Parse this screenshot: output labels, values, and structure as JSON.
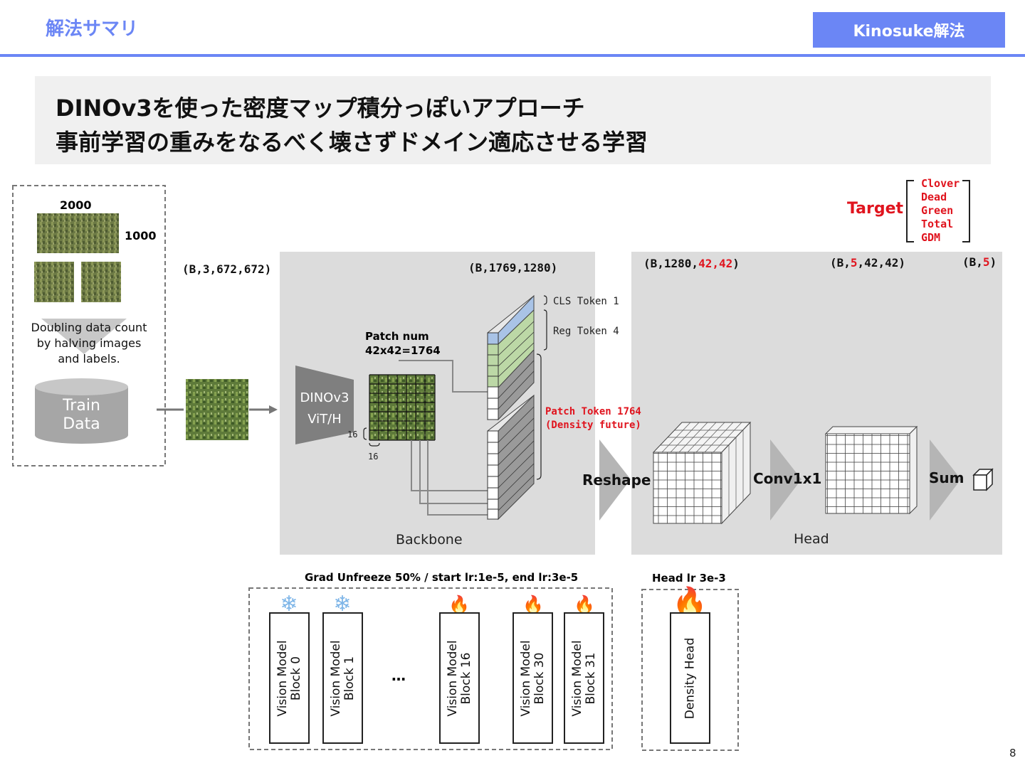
{
  "header": {
    "title": "解法サマリ",
    "badge": "Kinosuke解法"
  },
  "summary": {
    "line1": "DINOv3を使った密度マップ積分っぽいアプローチ",
    "line2": "事前学習の重みをなるべく壊さずドメイン適応させる学習"
  },
  "target": {
    "label": "Target",
    "items": [
      "Clover",
      "Dead",
      "Green",
      "Total",
      "GDM"
    ]
  },
  "data_prep": {
    "width_label": "2000",
    "height_label": "1000",
    "caption_lines": [
      "Doubling data count",
      "by halving images",
      "and labels."
    ],
    "train_line1": "Train",
    "train_line2": "Data"
  },
  "shapes": {
    "input": "(B,3,672,672)",
    "backbone_out": "(B,1769,1280)",
    "reshaped_prefix": "(B,1280,",
    "reshaped_hw": "42,42",
    "reshaped_suffix": ")",
    "conv_prefix": "(B,",
    "conv_ch": "5",
    "conv_suffix": ",42,42)",
    "sum_prefix": "(B,",
    "sum_ch": "5",
    "sum_suffix": ")"
  },
  "backbone": {
    "model_line1": "DINOv3",
    "model_line2": "ViT/H",
    "patch_title": "Patch num",
    "patch_count": "42x42=1764",
    "patch_size_v": "16",
    "patch_size_h": "16",
    "cls_token": "CLS Token 1",
    "reg_token": "Reg Token 4",
    "patch_token_line1": "Patch Token 1764",
    "patch_token_line2": "(Density future)",
    "panel_label": "Backbone"
  },
  "head": {
    "reshape_label": "Reshape",
    "conv_label": "Conv1x1",
    "sum_label": "Sum",
    "panel_label": "Head"
  },
  "training": {
    "unfreeze_title": "Grad Unfreeze 50% / start lr:1e-5, end lr:3e-5",
    "head_lr_title": "Head lr 3e-3",
    "ellipsis": "…",
    "blocks": [
      {
        "line1": "Vision Model",
        "line2": "Block 0",
        "state": "frozen"
      },
      {
        "line1": "Vision Model",
        "line2": "Block 1",
        "state": "frozen"
      },
      {
        "line1": "Vision Model",
        "line2": "Block 16",
        "state": "trainable"
      },
      {
        "line1": "Vision Model",
        "line2": "Block 30",
        "state": "trainable"
      },
      {
        "line1": "Vision Model",
        "line2": "Block 31",
        "state": "trainable"
      }
    ],
    "density_head": "Density Head",
    "icons": {
      "frozen": "snowflake-icon",
      "trainable": "fire-icon"
    }
  },
  "colors": {
    "accent": "#6b86f5",
    "highlight": "#e0141e",
    "cls_token": "#a9c3e6",
    "reg_token": "#bcd8a6"
  },
  "page_number": "8"
}
